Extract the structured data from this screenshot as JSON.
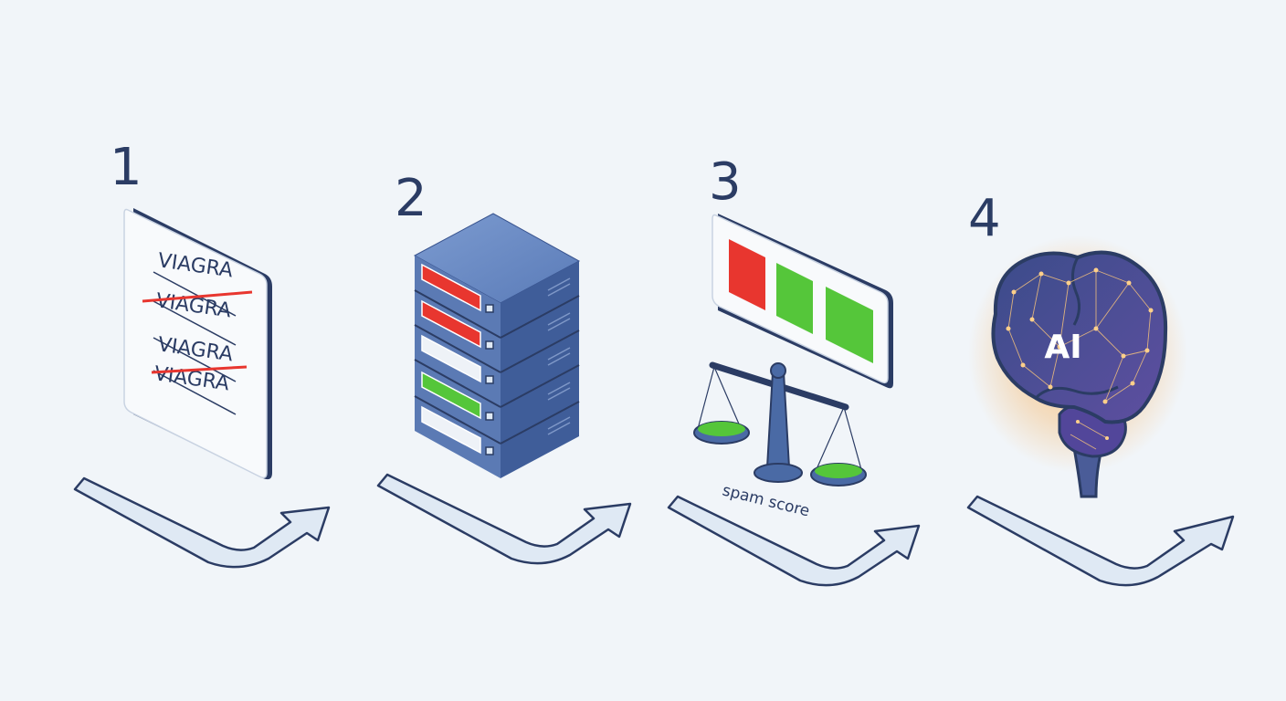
{
  "steps": [
    {
      "number": "1",
      "keywords": [
        "VIAGRA",
        "VIAGRA",
        "VIAGRA",
        "VIAGRA"
      ]
    },
    {
      "number": "2"
    },
    {
      "number": "3",
      "caption": "spam score"
    },
    {
      "number": "4",
      "brain_label": "AI"
    }
  ],
  "colors": {
    "navy": "#2b3c64",
    "red": "#e8362f",
    "green": "#55c63a",
    "server_blue": "#4a6aa5",
    "arrow_fill": "#dfe9f4",
    "brain_glow": "#f7b05a"
  },
  "icons": [
    "keyword-list-icon",
    "server-rack-icon",
    "scale-icon",
    "brain-icon",
    "arrow-icon"
  ]
}
